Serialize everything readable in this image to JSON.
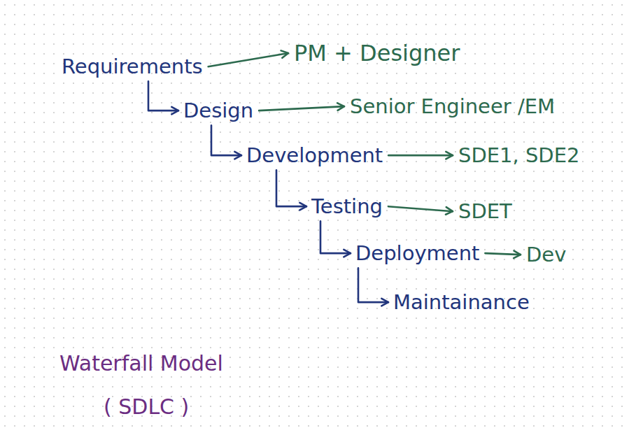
{
  "diagram": {
    "nodes": [
      {
        "text": [
          "Requirements"
        ]
      },
      {
        "text": [
          "PM + Designer"
        ]
      },
      {
        "text": [
          "Design"
        ]
      },
      {
        "text": [
          "Senior Engineer /EM"
        ]
      },
      {
        "text": [
          "Development"
        ]
      },
      {
        "text": [
          "SDE1, SDE2"
        ]
      },
      {
        "text": [
          "Testing"
        ]
      },
      {
        "text": [
          "SDET"
        ]
      },
      {
        "text": [
          "Deployment"
        ]
      },
      {
        "text": [
          "Dev"
        ]
      },
      {
        "text": [
          "Maintainance"
        ]
      }
    ],
    "edges": [
      {
        "from": 0,
        "to": 1,
        "arrow": "to"
      },
      {
        "from": 0,
        "to": 2,
        "arrow": "to"
      },
      {
        "from": 2,
        "to": 3,
        "arrow": "to"
      },
      {
        "from": 2,
        "to": 4,
        "arrow": "to"
      },
      {
        "from": 4,
        "to": 5,
        "arrow": "to"
      },
      {
        "from": 4,
        "to": 6,
        "arrow": "to"
      },
      {
        "from": 6,
        "to": 7,
        "arrow": "to"
      },
      {
        "from": 6,
        "to": 8,
        "arrow": "to"
      },
      {
        "from": 8,
        "to": 9,
        "arrow": "to"
      },
      {
        "from": 8,
        "to": 10,
        "arrow": "to"
      }
    ],
    "labels": [
      "Waterfall Model",
      "( SDLC )"
    ]
  }
}
